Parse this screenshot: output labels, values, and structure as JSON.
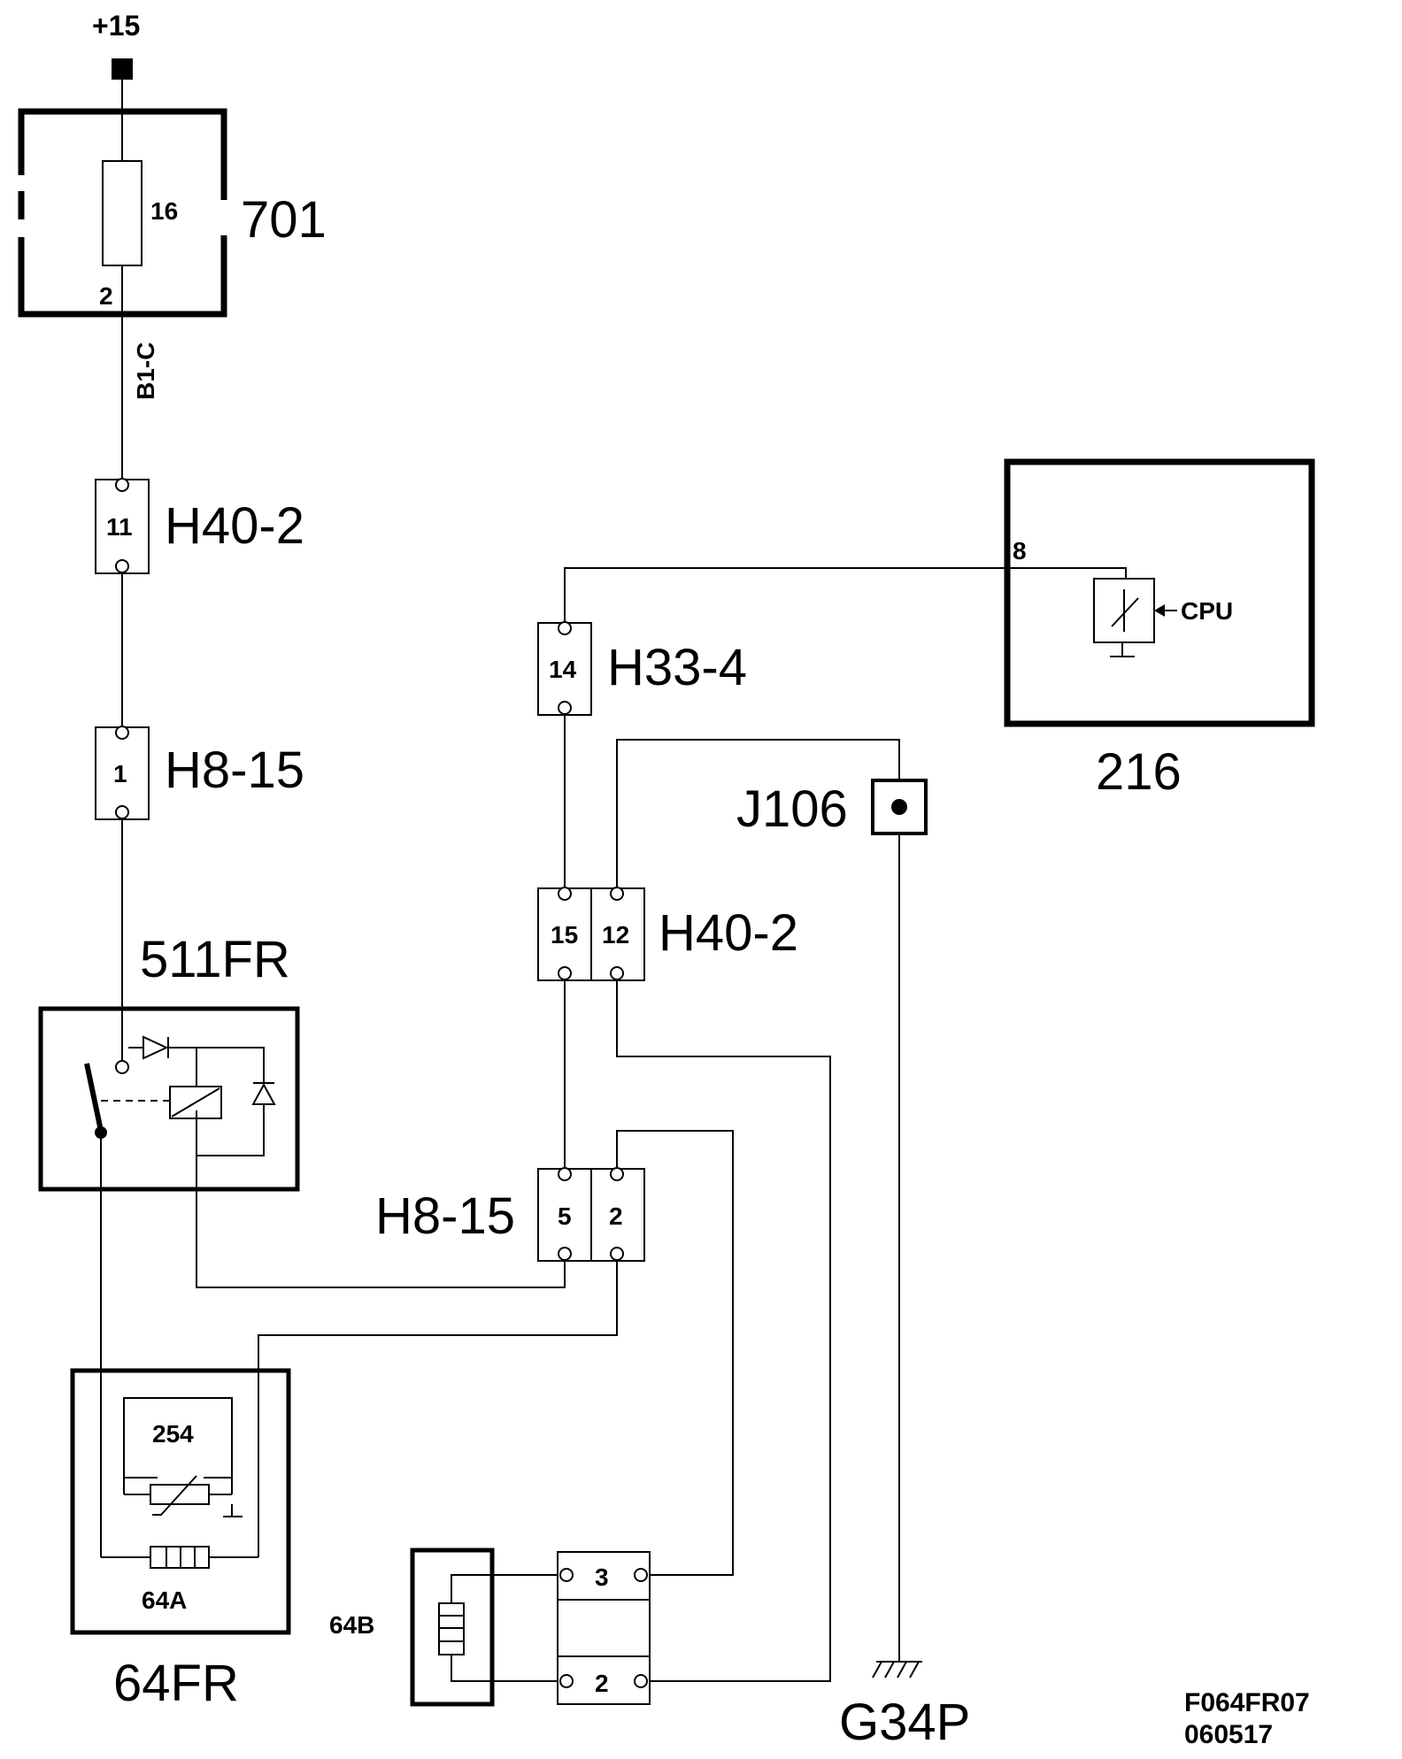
{
  "supply": {
    "label": "+15"
  },
  "components": {
    "c701": {
      "label": "701",
      "fuse": "16",
      "pin": "2"
    },
    "c216": {
      "label": "216",
      "pin": "8",
      "cpu": "CPU"
    },
    "c511": {
      "label": "511FR"
    },
    "c64fr": {
      "label": "64FR",
      "inner_top": "254",
      "inner_bottom": "64A"
    },
    "c64b": {
      "label": "64B"
    }
  },
  "wire_label": "B1-C",
  "connectors": {
    "h40_top": {
      "label": "H40-2",
      "pin": "11"
    },
    "h8_top": {
      "label": "H8-15",
      "pin": "1"
    },
    "h33": {
      "label": "H33-4",
      "pin": "14"
    },
    "h40_mid": {
      "label": "H40-2",
      "pin_a": "15",
      "pin_b": "12"
    },
    "h8_mid": {
      "label": "H8-15",
      "pin_a": "5",
      "pin_b": "2"
    },
    "plug": {
      "pin_a": "3",
      "pin_b": "2"
    }
  },
  "junction": {
    "label": "J106"
  },
  "ground": {
    "label": "G34P"
  },
  "footer": {
    "code": "F064FR07",
    "date": "060517"
  }
}
